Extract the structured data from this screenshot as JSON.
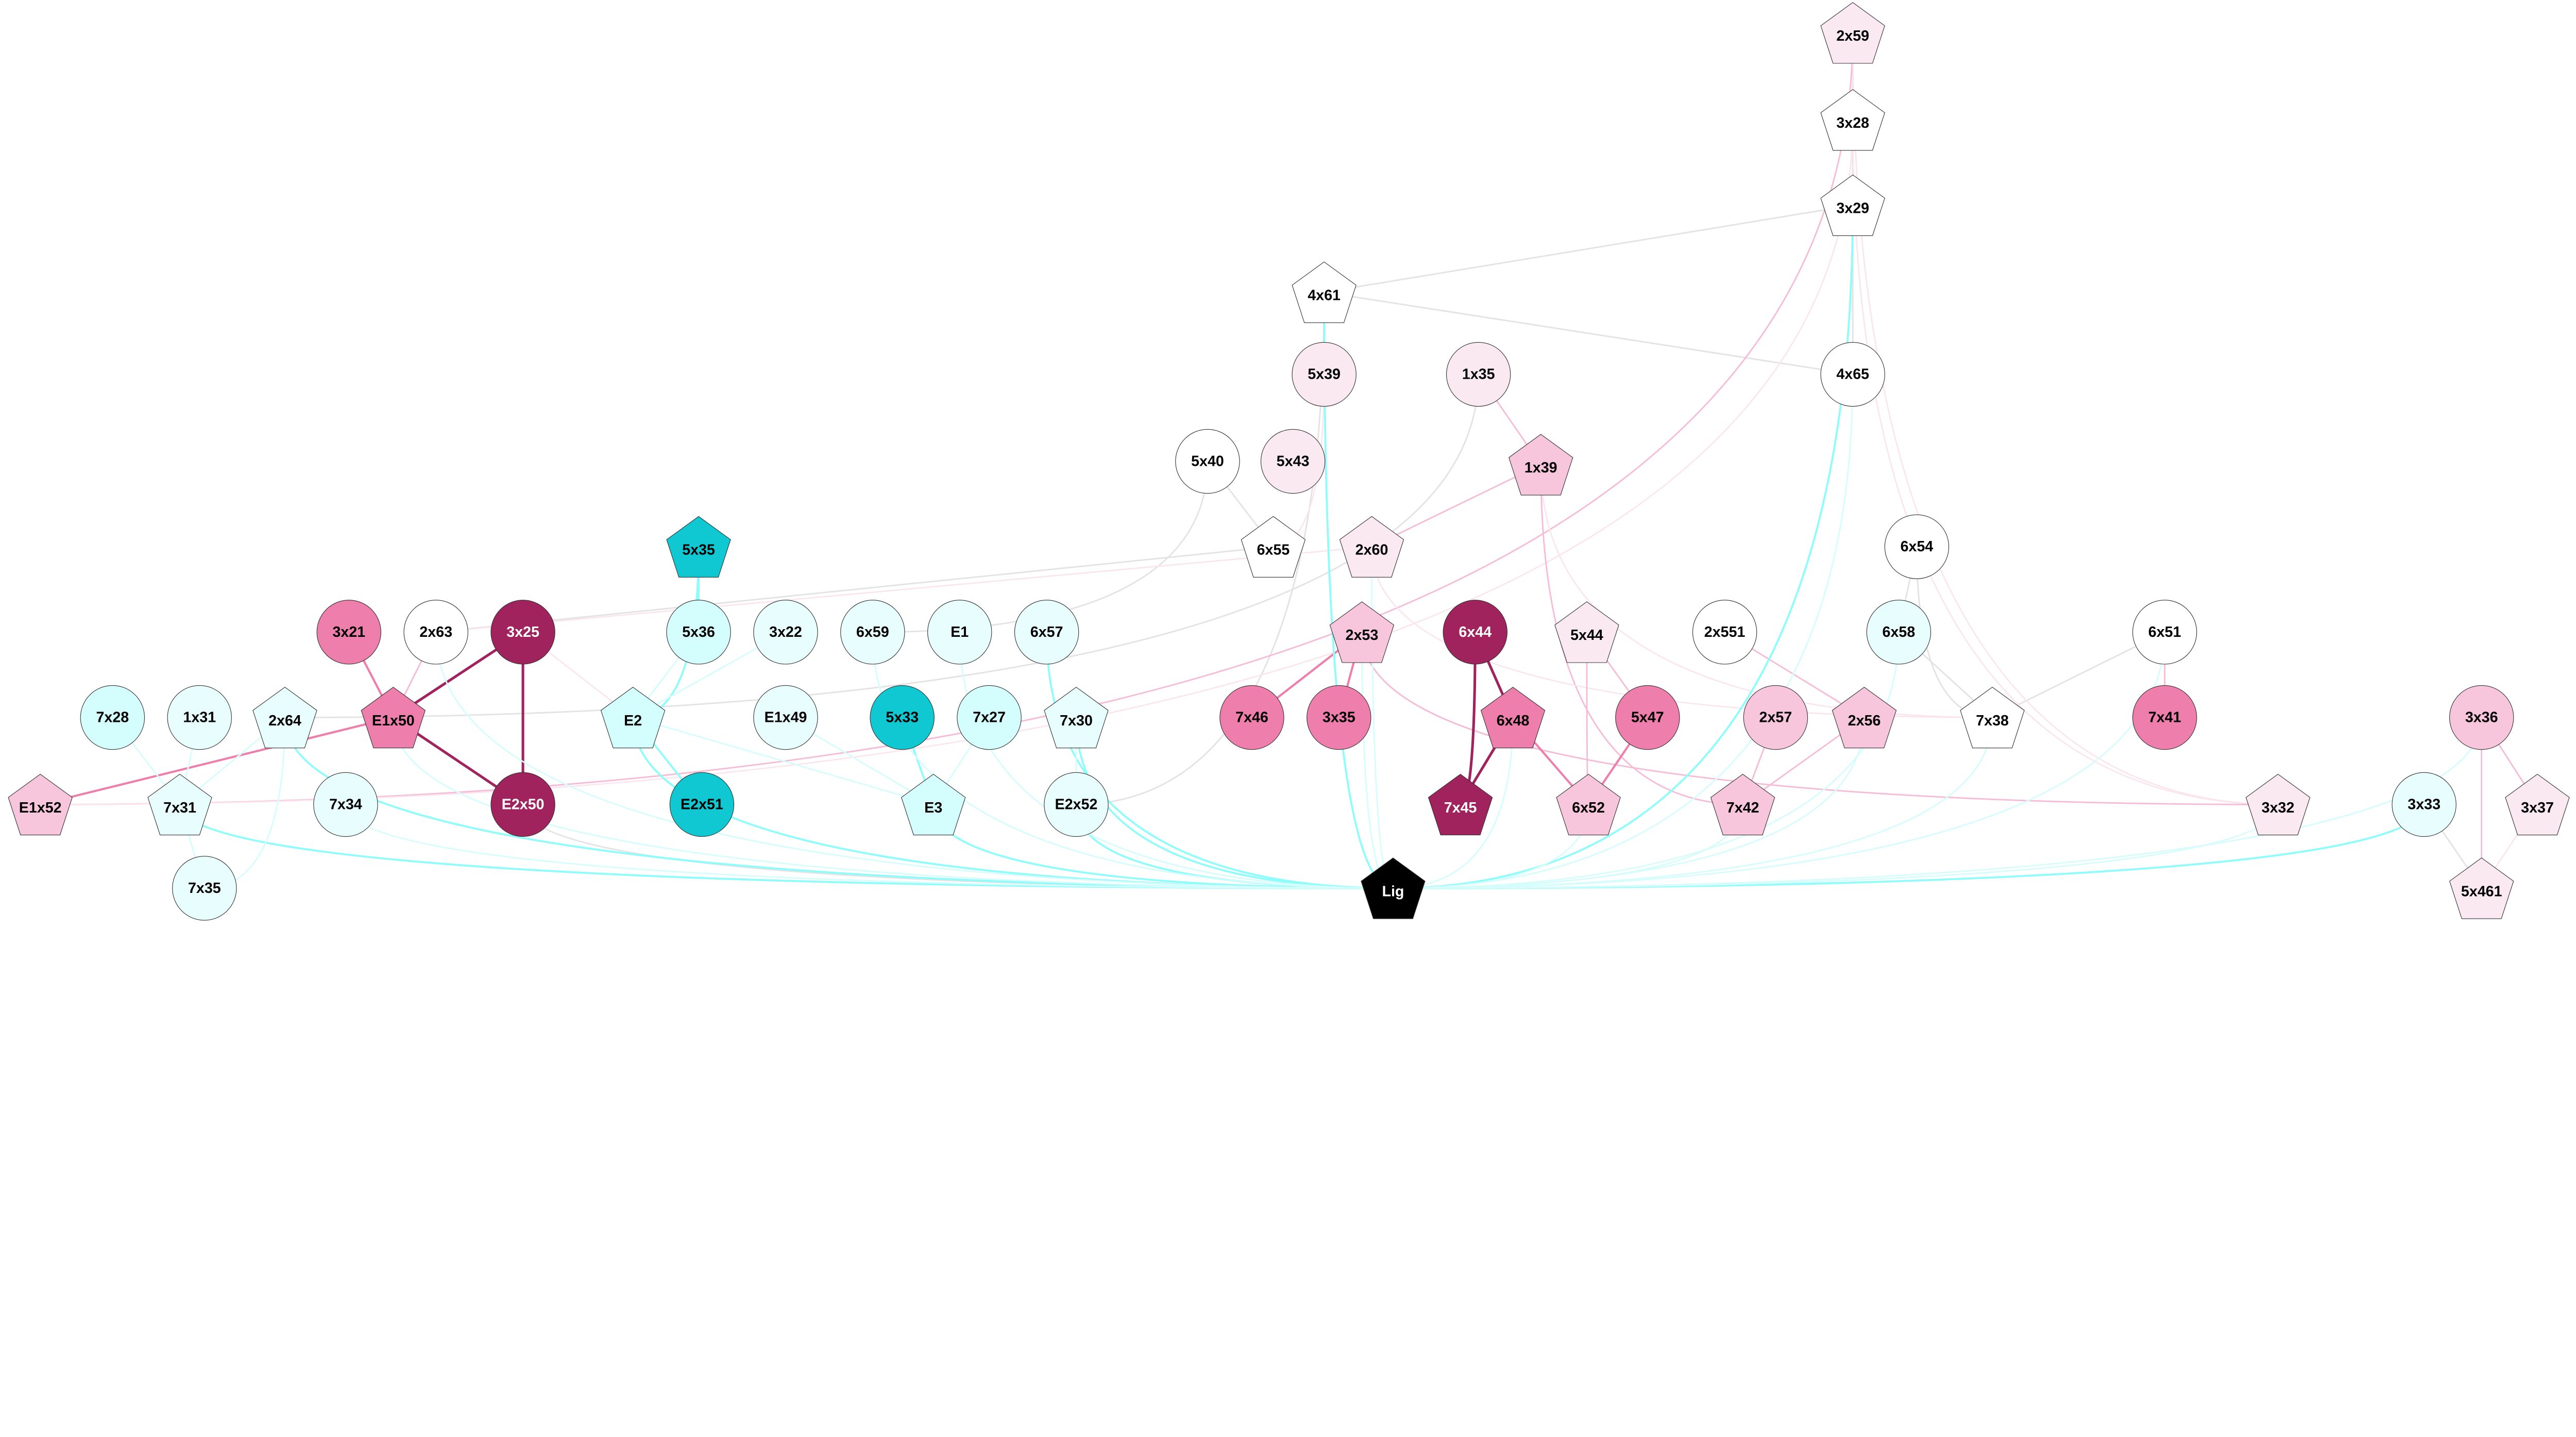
{
  "colors": {
    "white": "#ffffff",
    "cyan_light": "#e8fdfd",
    "cyan": "#d4fdfd",
    "teal": "#10c8d2",
    "pink_light": "#fbe9f1",
    "pink": "#f7c6dc",
    "pink_mid": "#ee7eab",
    "magenta_dark": "#a0235e",
    "black": "#000000",
    "edge_grey": "#e3e3e3",
    "edge_pink_light": "#fbe4ee",
    "edge_pink": "#f7bcd5",
    "edge_pink_mid": "#ee7eab",
    "edge_dark": "#a0235e",
    "edge_cyan": "#8ffcfc",
    "edge_cyan_light": "#d6fcfc"
  },
  "nodes": [
    {
      "id": "2x59",
      "label": "2x59",
      "shape": "pentagon",
      "fill": "pink_light"
    },
    {
      "id": "3x28",
      "label": "3x28",
      "shape": "pentagon",
      "fill": "white"
    },
    {
      "id": "3x29",
      "label": "3x29",
      "shape": "pentagon",
      "fill": "white"
    },
    {
      "id": "4x61",
      "label": "4x61",
      "shape": "pentagon",
      "fill": "white"
    },
    {
      "id": "5x39",
      "label": "5x39",
      "shape": "circle",
      "fill": "pink_light"
    },
    {
      "id": "1x35",
      "label": "1x35",
      "shape": "circle",
      "fill": "pink_light"
    },
    {
      "id": "4x65",
      "label": "4x65",
      "shape": "circle",
      "fill": "white"
    },
    {
      "id": "5x40",
      "label": "5x40",
      "shape": "circle",
      "fill": "white"
    },
    {
      "id": "5x43",
      "label": "5x43",
      "shape": "circle",
      "fill": "pink_light"
    },
    {
      "id": "1x39",
      "label": "1x39",
      "shape": "pentagon",
      "fill": "pink"
    },
    {
      "id": "5x35",
      "label": "5x35",
      "shape": "pentagon",
      "fill": "teal"
    },
    {
      "id": "6x55",
      "label": "6x55",
      "shape": "pentagon",
      "fill": "white"
    },
    {
      "id": "2x60",
      "label": "2x60",
      "shape": "pentagon",
      "fill": "pink_light"
    },
    {
      "id": "6x54",
      "label": "6x54",
      "shape": "circle",
      "fill": "white"
    },
    {
      "id": "3x21",
      "label": "3x21",
      "shape": "circle",
      "fill": "pink_mid"
    },
    {
      "id": "2x63",
      "label": "2x63",
      "shape": "circle",
      "fill": "white"
    },
    {
      "id": "3x25",
      "label": "3x25",
      "shape": "circle",
      "fill": "magenta_dark"
    },
    {
      "id": "5x36",
      "label": "5x36",
      "shape": "circle",
      "fill": "cyan"
    },
    {
      "id": "3x22",
      "label": "3x22",
      "shape": "circle",
      "fill": "cyan_light"
    },
    {
      "id": "6x59",
      "label": "6x59",
      "shape": "circle",
      "fill": "cyan_light"
    },
    {
      "id": "E1",
      "label": "E1",
      "shape": "circle",
      "fill": "cyan_light"
    },
    {
      "id": "6x57",
      "label": "6x57",
      "shape": "circle",
      "fill": "cyan_light"
    },
    {
      "id": "2x53",
      "label": "2x53",
      "shape": "pentagon",
      "fill": "pink"
    },
    {
      "id": "6x44",
      "label": "6x44",
      "shape": "circle",
      "fill": "magenta_dark"
    },
    {
      "id": "5x44",
      "label": "5x44",
      "shape": "pentagon",
      "fill": "pink_light"
    },
    {
      "id": "2x551",
      "label": "2x551",
      "shape": "circle",
      "fill": "white"
    },
    {
      "id": "6x58",
      "label": "6x58",
      "shape": "circle",
      "fill": "cyan_light"
    },
    {
      "id": "6x51",
      "label": "6x51",
      "shape": "circle",
      "fill": "white"
    },
    {
      "id": "7x28",
      "label": "7x28",
      "shape": "circle",
      "fill": "cyan"
    },
    {
      "id": "1x31",
      "label": "1x31",
      "shape": "circle",
      "fill": "cyan_light"
    },
    {
      "id": "2x64",
      "label": "2x64",
      "shape": "pentagon",
      "fill": "cyan_light"
    },
    {
      "id": "E1x50",
      "label": "E1x50",
      "shape": "pentagon",
      "fill": "pink_mid"
    },
    {
      "id": "E2",
      "label": "E2",
      "shape": "pentagon",
      "fill": "cyan"
    },
    {
      "id": "E1x49",
      "label": "E1x49",
      "shape": "circle",
      "fill": "cyan_light"
    },
    {
      "id": "5x33",
      "label": "5x33",
      "shape": "circle",
      "fill": "teal"
    },
    {
      "id": "7x27",
      "label": "7x27",
      "shape": "circle",
      "fill": "cyan"
    },
    {
      "id": "7x30",
      "label": "7x30",
      "shape": "pentagon",
      "fill": "cyan_light"
    },
    {
      "id": "7x46",
      "label": "7x46",
      "shape": "circle",
      "fill": "pink_mid"
    },
    {
      "id": "3x35",
      "label": "3x35",
      "shape": "circle",
      "fill": "pink_mid"
    },
    {
      "id": "6x48",
      "label": "6x48",
      "shape": "pentagon",
      "fill": "pink_mid"
    },
    {
      "id": "5x47",
      "label": "5x47",
      "shape": "circle",
      "fill": "pink_mid"
    },
    {
      "id": "2x57",
      "label": "2x57",
      "shape": "circle",
      "fill": "pink"
    },
    {
      "id": "2x56",
      "label": "2x56",
      "shape": "pentagon",
      "fill": "pink"
    },
    {
      "id": "7x38",
      "label": "7x38",
      "shape": "pentagon",
      "fill": "white"
    },
    {
      "id": "7x41",
      "label": "7x41",
      "shape": "circle",
      "fill": "pink_mid"
    },
    {
      "id": "3x36",
      "label": "3x36",
      "shape": "circle",
      "fill": "pink"
    },
    {
      "id": "E1x52",
      "label": "E1x52",
      "shape": "pentagon",
      "fill": "pink"
    },
    {
      "id": "7x31",
      "label": "7x31",
      "shape": "pentagon",
      "fill": "cyan_light"
    },
    {
      "id": "7x34",
      "label": "7x34",
      "shape": "circle",
      "fill": "cyan_light"
    },
    {
      "id": "E2x50",
      "label": "E2x50",
      "shape": "circle",
      "fill": "magenta_dark"
    },
    {
      "id": "E2x51",
      "label": "E2x51",
      "shape": "circle",
      "fill": "teal"
    },
    {
      "id": "E3",
      "label": "E3",
      "shape": "pentagon",
      "fill": "cyan"
    },
    {
      "id": "E2x52",
      "label": "E2x52",
      "shape": "circle",
      "fill": "cyan_light"
    },
    {
      "id": "7x45",
      "label": "7x45",
      "shape": "pentagon",
      "fill": "magenta_dark"
    },
    {
      "id": "6x52",
      "label": "6x52",
      "shape": "pentagon",
      "fill": "pink"
    },
    {
      "id": "7x42",
      "label": "7x42",
      "shape": "pentagon",
      "fill": "pink"
    },
    {
      "id": "3x32",
      "label": "3x32",
      "shape": "pentagon",
      "fill": "pink_light"
    },
    {
      "id": "3x33",
      "label": "3x33",
      "shape": "circle",
      "fill": "cyan_light"
    },
    {
      "id": "3x37",
      "label": "3x37",
      "shape": "pentagon",
      "fill": "pink_light"
    },
    {
      "id": "Lig",
      "label": "Lig",
      "shape": "pentagon",
      "fill": "black"
    },
    {
      "id": "7x35",
      "label": "7x35",
      "shape": "circle",
      "fill": "cyan_light"
    },
    {
      "id": "5x461",
      "label": "5x461",
      "shape": "pentagon",
      "fill": "pink_light"
    }
  ],
  "edges": [
    [
      "2x59",
      "3x28",
      "edge_grey"
    ],
    [
      "3x28",
      "3x29",
      "edge_grey"
    ],
    [
      "3x29",
      "4x61",
      "edge_grey"
    ],
    [
      "3x29",
      "4x65",
      "edge_grey"
    ],
    [
      "4x61",
      "4x65",
      "edge_grey"
    ],
    [
      "4x61",
      "5x39",
      "edge_grey"
    ],
    [
      "4x61",
      "E2x52",
      "edge_grey"
    ],
    [
      "1x35",
      "2x64",
      "edge_grey"
    ],
    [
      "5x40",
      "6x59",
      "edge_grey"
    ],
    [
      "5x40",
      "6x55",
      "edge_grey"
    ],
    [
      "6x55",
      "2x63",
      "edge_grey"
    ],
    [
      "6x54",
      "6x58",
      "edge_grey"
    ],
    [
      "6x54",
      "7x38",
      "edge_grey"
    ],
    [
      "6x58",
      "7x38",
      "edge_grey"
    ],
    [
      "6x51",
      "7x38",
      "edge_grey"
    ],
    [
      "3x33",
      "5x461",
      "edge_grey"
    ],
    [
      "E2x50",
      "Lig",
      "edge_grey"
    ],
    [
      "2x59",
      "E1x52",
      "edge_pink"
    ],
    [
      "2x59",
      "3x32",
      "edge_pink_light"
    ],
    [
      "3x28",
      "E1x52",
      "edge_pink_light"
    ],
    [
      "3x28",
      "3x32",
      "edge_pink_light"
    ],
    [
      "1x35",
      "1x39",
      "edge_pink"
    ],
    [
      "1x39",
      "2x60",
      "edge_pink"
    ],
    [
      "1x39",
      "7x42",
      "edge_pink"
    ],
    [
      "1x39",
      "7x38",
      "edge_pink_light"
    ],
    [
      "2x60",
      "7x38",
      "edge_pink_light"
    ],
    [
      "2x60",
      "2x63",
      "edge_pink_light"
    ],
    [
      "5x39",
      "6x55",
      "edge_pink_light"
    ],
    [
      "2x53",
      "3x32",
      "edge_pink"
    ],
    [
      "2x53",
      "7x46",
      "edge_pink_mid"
    ],
    [
      "2x53",
      "3x35",
      "edge_pink_mid"
    ],
    [
      "5x44",
      "6x52",
      "edge_pink"
    ],
    [
      "5x44",
      "5x47",
      "edge_pink"
    ],
    [
      "2x551",
      "2x56",
      "edge_pink"
    ],
    [
      "2x57",
      "7x42",
      "edge_pink"
    ],
    [
      "2x56",
      "7x42",
      "edge_pink"
    ],
    [
      "6x51",
      "7x41",
      "edge_pink"
    ],
    [
      "3x36",
      "5x461",
      "edge_pink"
    ],
    [
      "3x36",
      "3x37",
      "edge_pink"
    ],
    [
      "3x37",
      "5x461",
      "edge_pink_light"
    ],
    [
      "3x21",
      "E1x50",
      "edge_pink_mid"
    ],
    [
      "2x63",
      "E1x50",
      "edge_pink"
    ],
    [
      "E1x50",
      "E1x52",
      "edge_pink_mid"
    ],
    [
      "3x25",
      "E2",
      "edge_pink_light"
    ],
    [
      "3x25",
      "E1x50",
      "edge_dark"
    ],
    [
      "3x25",
      "E2x50",
      "edge_dark"
    ],
    [
      "E1x50",
      "E2x50",
      "edge_dark"
    ],
    [
      "6x44",
      "7x45",
      "edge_dark"
    ],
    [
      "6x44",
      "6x48",
      "edge_dark"
    ],
    [
      "6x48",
      "7x45",
      "edge_dark"
    ],
    [
      "6x48",
      "6x52",
      "edge_pink_mid"
    ],
    [
      "5x47",
      "6x52",
      "edge_pink_mid"
    ],
    [
      "5x35",
      "5x36",
      "edge_cyan"
    ],
    [
      "5x35",
      "E2",
      "edge_cyan"
    ],
    [
      "E2",
      "E2x51",
      "edge_cyan"
    ],
    [
      "E2",
      "Lig",
      "edge_cyan"
    ],
    [
      "E3",
      "Lig",
      "edge_cyan"
    ],
    [
      "5x33",
      "E3",
      "edge_cyan"
    ],
    [
      "7x31",
      "Lig",
      "edge_cyan"
    ],
    [
      "2x64",
      "Lig",
      "edge_cyan"
    ],
    [
      "7x30",
      "Lig",
      "edge_cyan"
    ],
    [
      "E2x52",
      "Lig",
      "edge_cyan"
    ],
    [
      "3x33",
      "Lig",
      "edge_cyan"
    ],
    [
      "4x61",
      "Lig",
      "edge_cyan"
    ],
    [
      "3x29",
      "Lig",
      "edge_cyan"
    ],
    [
      "6x57",
      "Lig",
      "edge_cyan"
    ],
    [
      "4x65",
      "Lig",
      "edge_cyan_light"
    ],
    [
      "6x51",
      "Lig",
      "edge_cyan_light"
    ],
    [
      "6x58",
      "Lig",
      "edge_cyan_light"
    ],
    [
      "7x38",
      "Lig",
      "edge_cyan_light"
    ],
    [
      "2x56",
      "Lig",
      "edge_cyan_light"
    ],
    [
      "3x32",
      "Lig",
      "edge_cyan_light"
    ],
    [
      "7x42",
      "Lig",
      "edge_cyan_light"
    ],
    [
      "6x52",
      "Lig",
      "edge_cyan_light"
    ],
    [
      "6x48",
      "Lig",
      "edge_cyan_light"
    ],
    [
      "2x53",
      "Lig",
      "edge_cyan_light"
    ],
    [
      "2x60",
      "Lig",
      "edge_cyan_light"
    ],
    [
      "E1",
      "Lig",
      "edge_cyan_light"
    ],
    [
      "6x59",
      "Lig",
      "edge_cyan_light"
    ],
    [
      "3x22",
      "E2",
      "edge_cyan_light"
    ],
    [
      "5x36",
      "E2",
      "edge_cyan_light"
    ],
    [
      "7x28",
      "7x31",
      "edge_cyan_light"
    ],
    [
      "1x31",
      "7x31",
      "edge_cyan_light"
    ],
    [
      "2x64",
      "7x31",
      "edge_cyan_light"
    ],
    [
      "2x64",
      "7x35",
      "edge_cyan_light"
    ],
    [
      "7x31",
      "7x35",
      "edge_cyan_light"
    ],
    [
      "2x63",
      "Lig",
      "edge_cyan_light"
    ],
    [
      "E1x50",
      "Lig",
      "edge_cyan_light"
    ],
    [
      "7x34",
      "Lig",
      "edge_cyan_light"
    ],
    [
      "E1x49",
      "E3",
      "edge_cyan_light"
    ],
    [
      "7x27",
      "E3",
      "edge_cyan_light"
    ],
    [
      "3x36",
      "Lig",
      "edge_cyan_light"
    ],
    [
      "E2",
      "E3",
      "edge_cyan_light"
    ],
    [
      "7x30",
      "E2x52",
      "edge_cyan_light"
    ]
  ]
}
